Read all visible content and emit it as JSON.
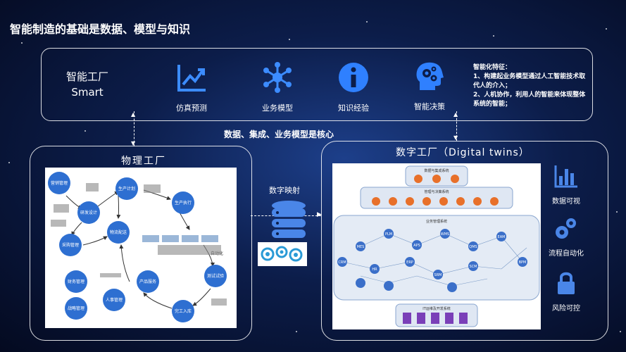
{
  "title": "智能制造的基础是数据、模型与知识",
  "top_panel": {
    "left_label_cn": "智能工厂",
    "left_label_en": "Smart",
    "features": [
      {
        "label": "仿真预测",
        "icon": "line-chart-icon"
      },
      {
        "label": "业务模型",
        "icon": "network-icon"
      },
      {
        "label": "知识经验",
        "icon": "info-icon"
      },
      {
        "label": "智能决策",
        "icon": "head-gears-icon"
      }
    ],
    "characteristics_title": "智能化特征：",
    "characteristics": [
      "1、构建起业务模型通过人工智能技术取代人的介入；",
      "2、人机协作，利用人的智能来体现整体系统的智能；"
    ]
  },
  "middle_caption": "数据、集成、业务模型是核心",
  "physical_factory": {
    "title": "物理工厂",
    "nodes": [
      "营销管理",
      "研发设计",
      "生产计划",
      "生产执行",
      "采购管理",
      "物流配送",
      "自动化",
      "财务管理",
      "人事管理",
      "战略管理",
      "产品服务",
      "测试试验",
      "完工入库"
    ]
  },
  "digital_mapping": {
    "label": "数字映射",
    "icons": [
      "database-icon",
      "gears-icon"
    ]
  },
  "digital_factory": {
    "title": "数字工厂（Digital twins）",
    "layers": [
      "数据与集成系统",
      "管理与决策系统",
      "业务管理系统",
      "IT运维及开发系统"
    ],
    "nodes": [
      "CRM",
      "MES",
      "PLM",
      "APS",
      "WMS",
      "QMS",
      "EAM",
      "ERP",
      "SRM",
      "SCM",
      "HR",
      "BPM"
    ]
  },
  "side_items": [
    {
      "label": "数据可视",
      "icon": "bar-chart-icon"
    },
    {
      "label": "流程自动化",
      "icon": "gears-icon"
    },
    {
      "label": "风险可控",
      "icon": "lock-icon"
    }
  ]
}
